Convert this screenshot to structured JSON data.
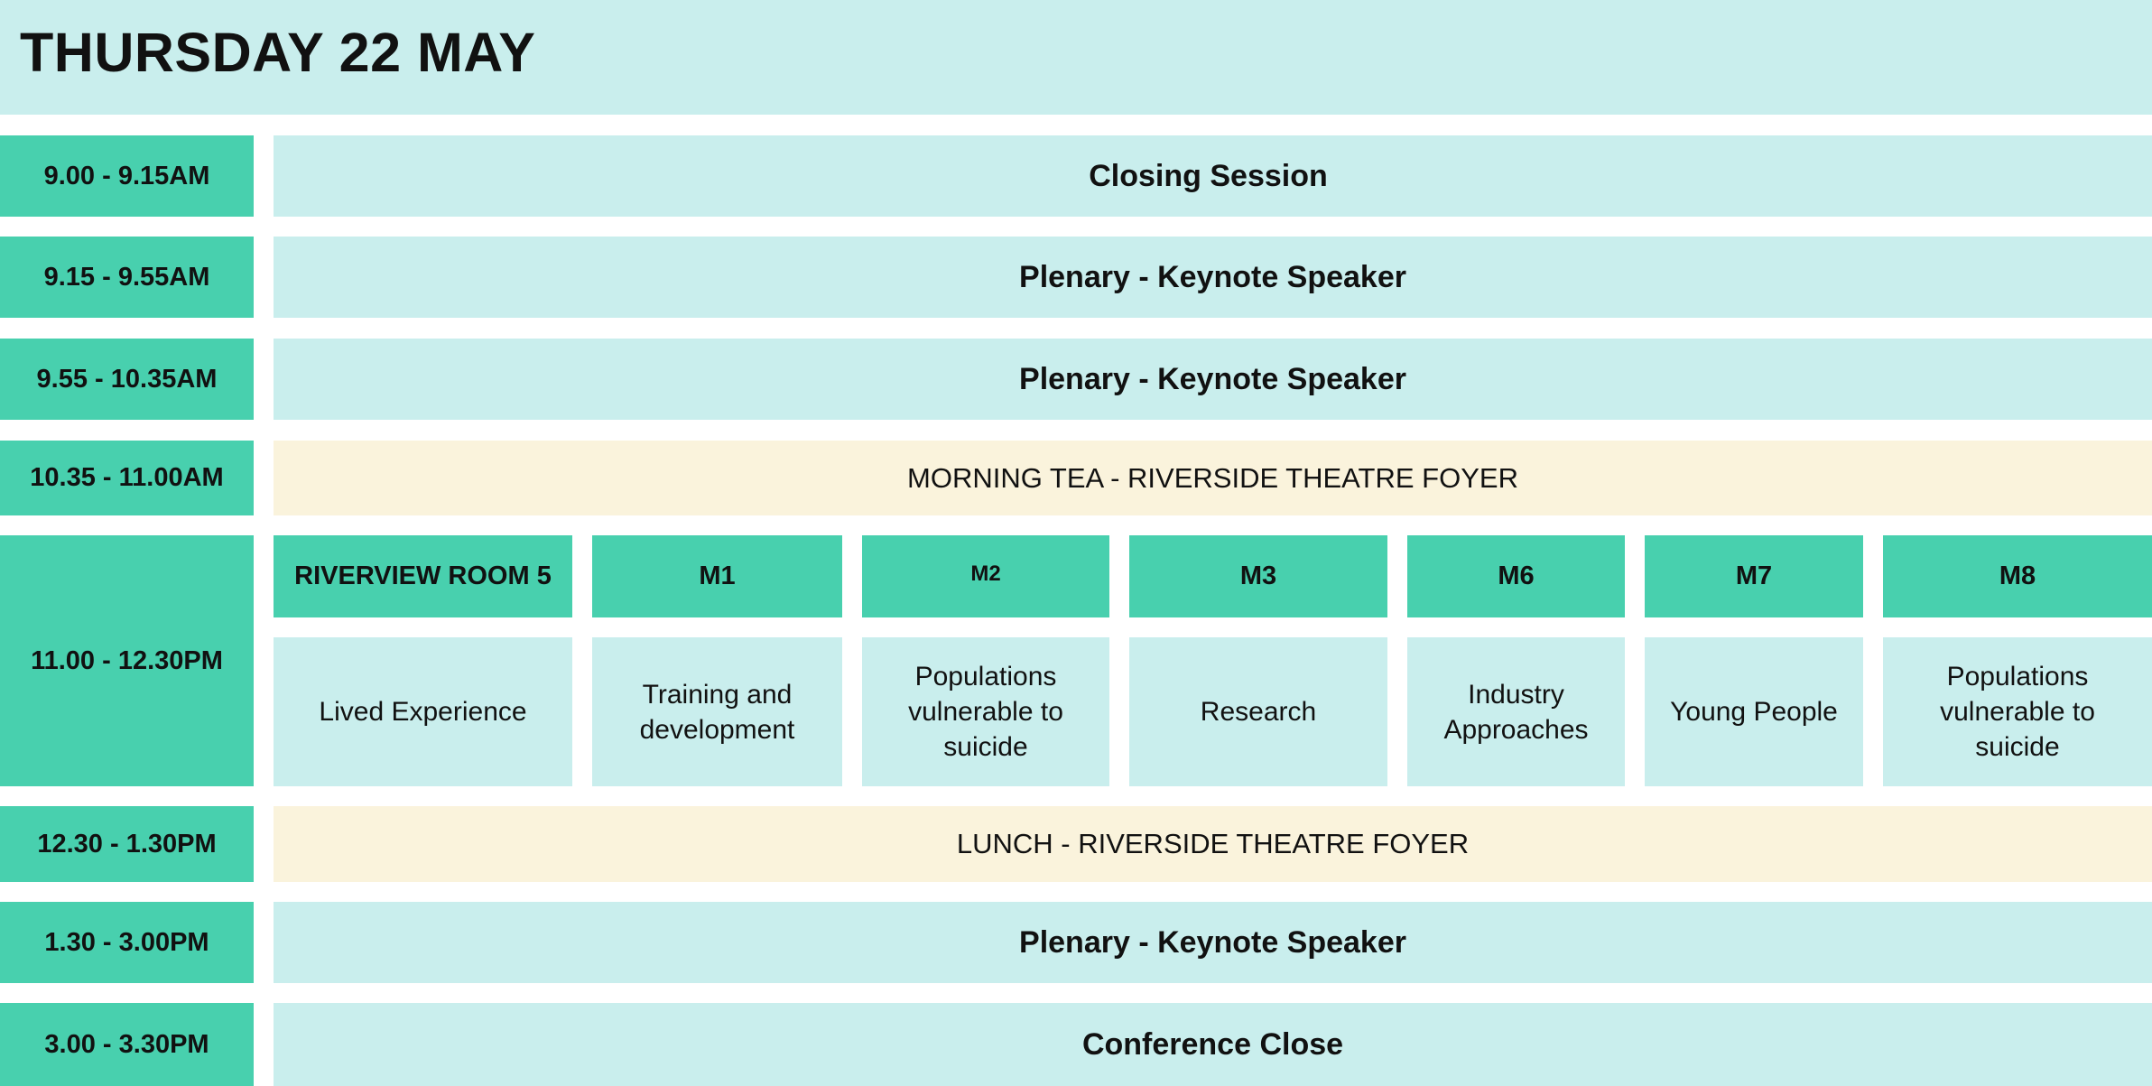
{
  "header": {
    "title": "THURSDAY 22 MAY"
  },
  "rows": {
    "r1": {
      "time": "9.00 - 9.15AM",
      "label": "Closing Session"
    },
    "r2": {
      "time": "9.15 - 9.55AM",
      "label": "Plenary - Keynote Speaker"
    },
    "r3": {
      "time": "9.55 - 10.35AM",
      "label": "Plenary - Keynote Speaker"
    },
    "r4": {
      "time": "10.35 - 11.00AM",
      "label": "MORNING TEA - RIVERSIDE THEATRE FOYER"
    },
    "r5": {
      "time": "11.00 - 12.30PM"
    },
    "r6": {
      "time": "12.30 - 1.30PM",
      "label": "LUNCH - RIVERSIDE THEATRE FOYER"
    },
    "r7": {
      "time": "1.30 - 3.00PM",
      "label": "Plenary - Keynote Speaker"
    },
    "r8": {
      "time": "3.00 - 3.30PM",
      "label": "Conference Close"
    }
  },
  "concurrent": {
    "rooms": [
      "RIVERVIEW ROOM 5",
      "M1",
      "M2",
      "M3",
      "M6",
      "M7",
      "M8"
    ],
    "topics": [
      "Lived Experience",
      "Training and development",
      "Populations vulnerable to suicide",
      "Research",
      "Industry Approaches",
      "Young People",
      "Populations vulnerable to suicide"
    ]
  },
  "colors": {
    "header_bg": "#c9eeed",
    "time_bg": "#48d0ae",
    "session_bg": "#c9eeed",
    "break_bg": "#faf3dc"
  }
}
